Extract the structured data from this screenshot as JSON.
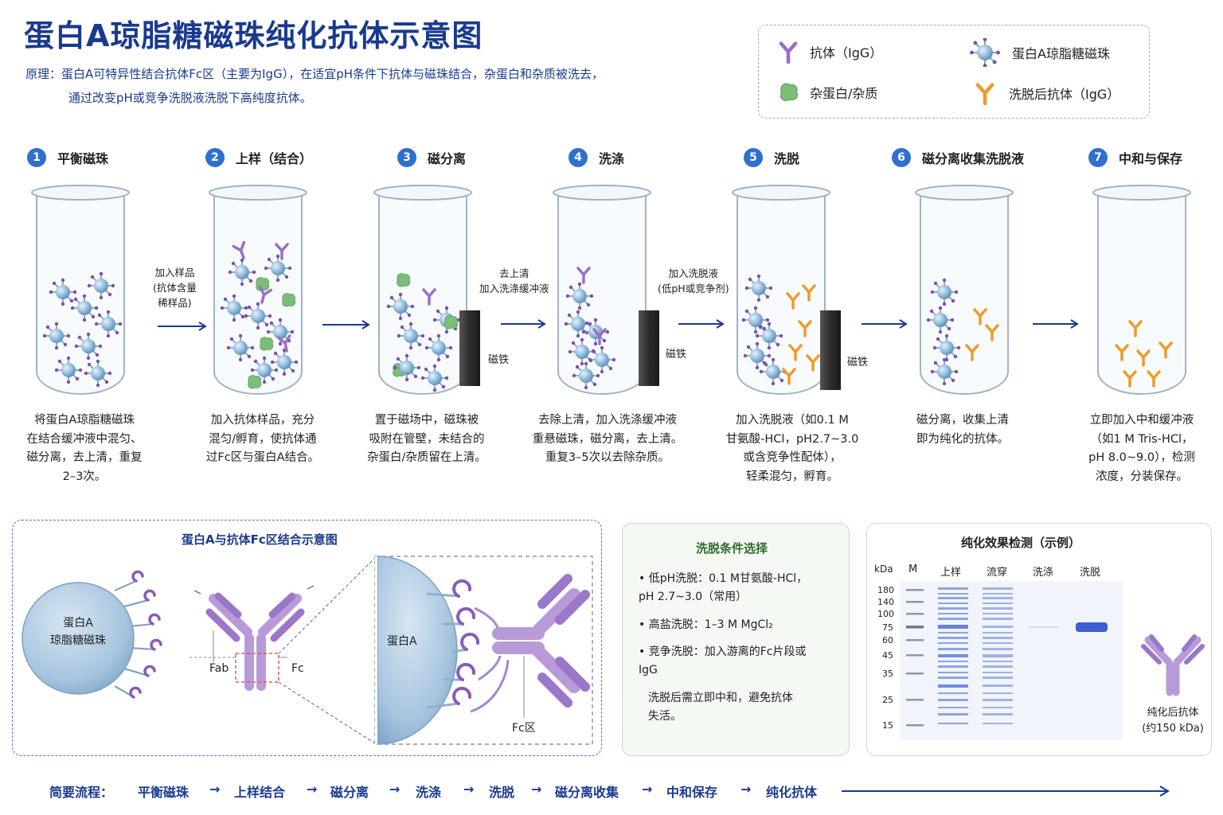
{
  "title": "蛋白A琼脂糖磁珠纯化抗体示意图",
  "principle": {
    "line1": "原理：蛋白A可特异性结合抗体Fc区（主要为IgG），在适宜pH条件下抗体与磁珠结合，杂蛋白和杂质被洗去，",
    "line2": "通过改变pH或竞争洗脱液洗脱下高纯度抗体。"
  },
  "legend": {
    "antibody": "抗体（IgG）",
    "bead": "蛋白A琼脂糖磁珠",
    "impurity": "杂蛋白/杂质",
    "eluted": "洗脱后抗体（IgG）"
  },
  "steps": [
    {
      "num": "1",
      "title": "平衡磁珠",
      "desc": [
        "将蛋白A琼脂糖磁珠",
        "在结合缓冲液中混匀、",
        "磁分离，去上清，重复",
        "2–3次。"
      ]
    },
    {
      "num": "2",
      "title": "上样（结合）",
      "desc": [
        "加入抗体样品，充分",
        "混匀/孵育，使抗体通",
        "过Fc区与蛋白A结合。"
      ]
    },
    {
      "num": "3",
      "title": "磁分离",
      "desc": [
        "置于磁场中，磁珠被",
        "吸附在管壁，未结合的",
        "杂蛋白/杂质留在上清。"
      ]
    },
    {
      "num": "4",
      "title": "洗涤",
      "desc": [
        "去除上清，加入洗涤缓冲液",
        "重悬磁珠，磁分离，去上清。",
        "重复3–5次以去除杂质。"
      ]
    },
    {
      "num": "5",
      "title": "洗脱",
      "desc": [
        "加入洗脱液（如0.1 M",
        "甘氨酸-HCl，pH2.7~3.0",
        "或含竞争性配体），",
        "轻柔混匀，孵育。"
      ]
    },
    {
      "num": "6",
      "title": "磁分离收集洗脱液",
      "desc": [
        "磁分离，收集上清",
        "即为纯化的抗体。"
      ]
    },
    {
      "num": "7",
      "title": "中和与保存",
      "desc": [
        "立即加入中和缓冲液",
        "（如1 M Tris-HCl，",
        "pH 8.0~9.0），检测",
        "浓度，分装保存。"
      ]
    }
  ],
  "arrows": {
    "a1": [
      "加入样品",
      "(抗体含量",
      "稀样品)"
    ],
    "a3": [
      "去上清",
      "加入洗涤缓冲液"
    ],
    "a4": [
      "加入洗脱液",
      "(低pH或竞争剂)"
    ]
  },
  "magnet_label": "磁铁",
  "binding_panel": {
    "title": "蛋白A与抗体Fc区结合示意图",
    "bead_label_1": "蛋白A",
    "bead_label_2": "琼脂糖磁珠",
    "fab": "Fab",
    "fc": "Fc",
    "protein_a": "蛋白A",
    "fc_region": "Fc区"
  },
  "elution_panel": {
    "title": "洗脱条件选择",
    "items": [
      [
        "• 低pH洗脱：0.1 M甘氨酸-HCl，",
        "  pH 2.7~3.0（常用）"
      ],
      [
        "• 高盐洗脱：1–3 M MgCl₂"
      ],
      [
        "• 竞争洗脱：加入游离的Fc片段或",
        "  IgG"
      ]
    ],
    "note": [
      "洗脱后需立即中和，避免抗体",
      "失活。"
    ]
  },
  "gel_panel": {
    "title": "纯化效果检测（示例）",
    "kda": "kDa",
    "lanes": [
      "M",
      "上样",
      "流穿",
      "洗涤",
      "洗脱"
    ],
    "markers": [
      "180",
      "140",
      "100",
      "75",
      "60",
      "45",
      "35",
      "25",
      "15"
    ],
    "product_label_1": "纯化后抗体",
    "product_label_2": "(约150 kDa)"
  },
  "flow": {
    "label": "简要流程：",
    "items": [
      "平衡磁珠",
      "上样结合",
      "磁分离",
      "洗涤",
      "洗脱",
      "磁分离收集",
      "中和保存",
      "纯化抗体"
    ]
  },
  "colors": {
    "title": "#1a3a8f",
    "step_badge": "#2f6fcf",
    "antibody": "#9a6fc4",
    "eluted_antibody": "#f09a28",
    "bead": "#8fb9dc",
    "impurity": "#7dbd7a",
    "gel_band": "#3a5fd0"
  }
}
